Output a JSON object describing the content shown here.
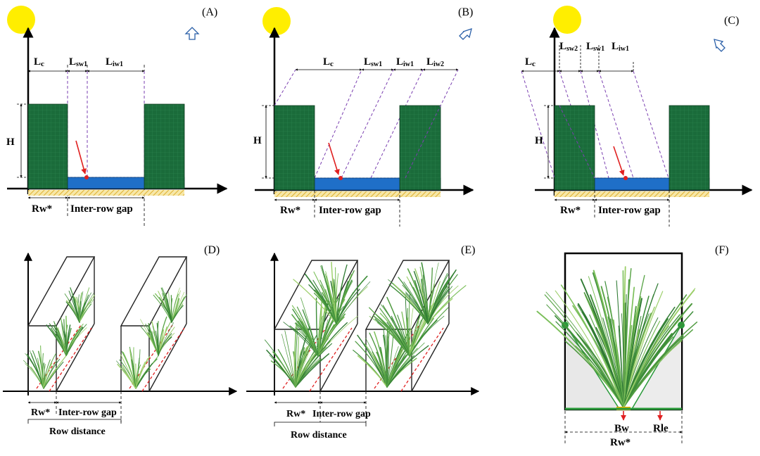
{
  "panels": {
    "A": {
      "label": "(A)",
      "dims": [
        {
          "main": "L",
          "sub": "c"
        },
        {
          "main": "L",
          "sub": "sw1"
        },
        {
          "main": "L",
          "sub": "iw1"
        }
      ],
      "h_label": "H",
      "rw_label": "Rw*",
      "gap_label": "Inter-row gap"
    },
    "B": {
      "label": "(B)",
      "dims": [
        {
          "main": "L",
          "sub": "c"
        },
        {
          "main": "L",
          "sub": "sw1"
        },
        {
          "main": "L",
          "sub": "iw1"
        },
        {
          "main": "L",
          "sub": "iw2"
        }
      ],
      "h_label": "H",
      "rw_label": "Rw*",
      "gap_label": "Inter-row gap"
    },
    "C": {
      "label": "(C)",
      "dims": [
        {
          "main": "L",
          "sub": "c"
        },
        {
          "main": "L",
          "sub": "sw2"
        },
        {
          "main": "L",
          "sub": "sw1"
        },
        {
          "main": "L",
          "sub": "iw1"
        }
      ],
      "h_label": "H",
      "rw_label": "Rw*",
      "gap_label": "Inter-row gap"
    },
    "D": {
      "label": "(D)",
      "rw_label": "Rw*",
      "gap_label": "Inter-row gap",
      "row_distance_label": "Row distance"
    },
    "E": {
      "label": "(E)",
      "rw_label": "Rw*",
      "gap_label": "Inter-row gap",
      "row_distance_label": "Row distance"
    },
    "F": {
      "label": "(F)",
      "bw_label": "Bw",
      "rle_label": "Rle",
      "rw_label": "Rw*"
    }
  },
  "colors": {
    "sun": "#ffee00",
    "canopy": "#1a6b3a",
    "water": "#1f6fc8",
    "soil": "#f0d060",
    "dash_purple": "#7a3fb0",
    "red": "#e02020",
    "arrow_blue": "#2a5fa8",
    "f_green": "#2a9a3a"
  }
}
